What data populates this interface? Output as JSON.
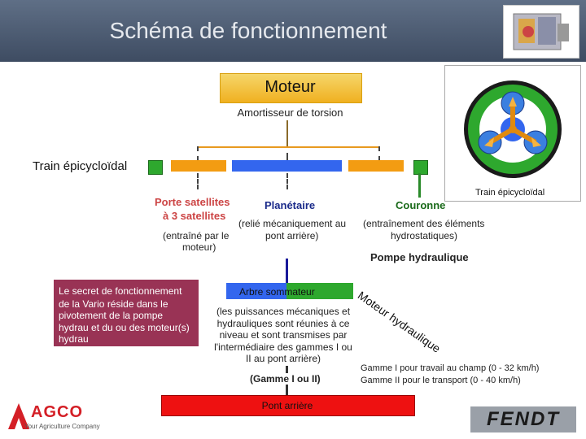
{
  "header": {
    "title": "Schéma de fonctionnement"
  },
  "diagram": {
    "moteur": "Moteur",
    "amortisseur": "Amortisseur de torsion",
    "train_label": "Train épicycloïdal",
    "inset_caption": "Train épicycloïdal",
    "porte_title_1": "Porte satellites",
    "porte_title_2": "à 3 satellites",
    "porte_desc_1": "(entraîné par le",
    "porte_desc_2": "moteur)",
    "planetaire_title": "Planétaire",
    "planetaire_desc_1": "(relié mécaniquement au",
    "planetaire_desc_2": "pont arrière)",
    "couronne_title": "Couronne",
    "couronne_desc_1": "(entraînement des éléments",
    "couronne_desc_2": "hydrostatiques)",
    "pompe": "Pompe hydraulique",
    "secret_1": "Le secret de fonctionnement",
    "secret_2": "de la Vario réside dans le",
    "secret_3": "pivotement de la pompe",
    "secret_4": "hydrau et du ou des moteur(s)",
    "secret_5": "hydrau",
    "arbre": "Arbre sommateur",
    "arbre_desc_1": "(les puissances mécaniques et",
    "arbre_desc_2": "hydrauliques sont réunies à ce",
    "arbre_desc_3": "niveau et sont transmises par",
    "arbre_desc_4": "l'intermédiaire des gammes I ou",
    "arbre_desc_5": "II au pont arrière)",
    "moteur_hydrau": "Moteur hydraulique",
    "gamme": "(Gamme I ou II)",
    "gamme_1": "Gamme I  pour travail au champ (0 - 32 km/h)",
    "gamme_2": "Gamme II pour le transport (0 - 40 km/h)",
    "pont": "Pont arrière"
  },
  "footer": {
    "agco_logo": "AGCO",
    "agco_tagline": "Your Agriculture Company",
    "fendt_logo": "FENDT"
  },
  "colors": {
    "orange": "#f39c12",
    "blue": "#3366ee",
    "green": "#2ea82e",
    "red": "#ee1111",
    "moteur_bg": "#f7c531",
    "secret_bg": "#993355"
  }
}
